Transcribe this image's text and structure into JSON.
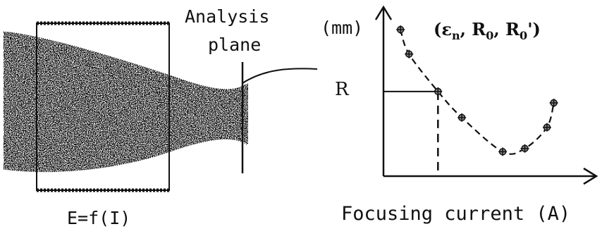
{
  "labels": {
    "analysis_plane_line1": "Analysis",
    "analysis_plane_line2": "plane",
    "e_function": "E=f(I)",
    "y_unit": "(mm)",
    "params": "(ε",
    "params_sub": "n",
    "params_rest": ", R",
    "params_sub2": "0",
    "params_sep": ", R",
    "params_sub3": "0",
    "params_prime": "')",
    "r_label": "R",
    "x_axis": "Focusing current (A)"
  },
  "colors": {
    "ink": "#111111",
    "paper": "#ffffff"
  },
  "chart_data": {
    "type": "scatter",
    "title": "",
    "xlabel": "Focusing current (A)",
    "ylabel": "(mm)",
    "series": [
      {
        "x": [
          1.0,
          1.5,
          3.2,
          4.6,
          7.0,
          8.3,
          9.6,
          10.0
        ],
        "y": [
          9.0,
          7.5,
          5.2,
          3.6,
          1.5,
          1.7,
          3.0,
          4.5
        ]
      }
    ],
    "marked_point": {
      "x": 3.2,
      "y": 5.2,
      "label": "R"
    },
    "grid": false
  }
}
